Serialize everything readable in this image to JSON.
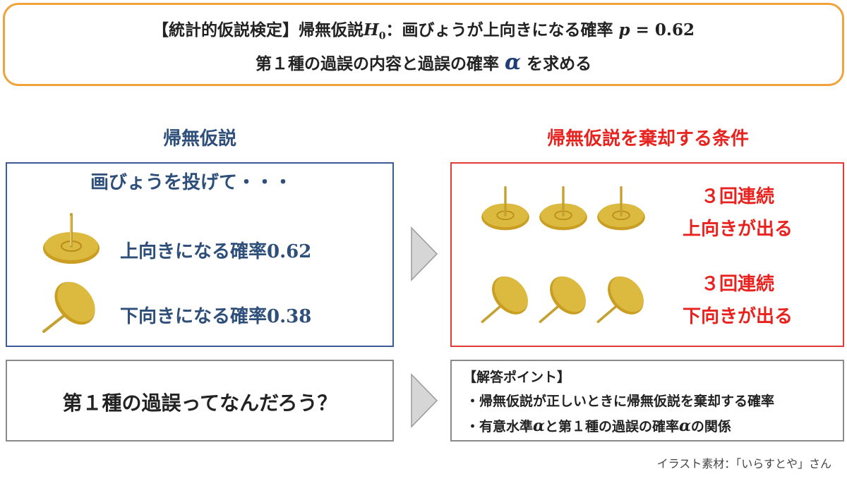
{
  "title": {
    "line1_prefix": "【統計的仮説検定】帰無仮説",
    "h0_symbol": "H",
    "h0_sub": "0",
    "line1_mid": "：画びょうが上向きになる確率",
    "p_symbol": "p",
    "p_eq": " = 0.62",
    "line2_prefix": "第１種の過誤の内容と過誤の確率",
    "alpha": "α",
    "line2_suffix": "を求める"
  },
  "left": {
    "heading": "帰無仮説",
    "throw": "画びょうを投げて・・・",
    "up_text": "上向きになる確率",
    "up_value": "0.62",
    "down_text": "下向きになる確率",
    "down_value": "0.38"
  },
  "right": {
    "heading": "帰無仮説を棄却する条件",
    "cond_up_line1": "３回連続",
    "cond_up_line2": "上向きが出る",
    "cond_down_line1": "３回連続",
    "cond_down_line2": "下向きが出る"
  },
  "question": "第１種の過誤ってなんだろう？",
  "points": {
    "title": "【解答ポイント】",
    "item1": "・帰無仮説が正しいときに帰無仮説を棄却する確率",
    "item2_a": "・有意水準",
    "item2_alpha1": "α",
    "item2_b": "と第１種の過誤の確率",
    "item2_alpha2": "α",
    "item2_c": "の関係"
  },
  "credit": "イラスト素材：「いらすとや」さん",
  "colors": {
    "title_border": "#f2a23a",
    "left_heading": "#2e4f7a",
    "right_heading": "#e8231f",
    "left_panel_border": "#3b5a96",
    "right_panel_border": "#e23b35",
    "pin_gold": "#d9b63a"
  },
  "icons": [
    "thumbtack-up-icon",
    "thumbtack-down-icon",
    "arrow-right-icon"
  ]
}
